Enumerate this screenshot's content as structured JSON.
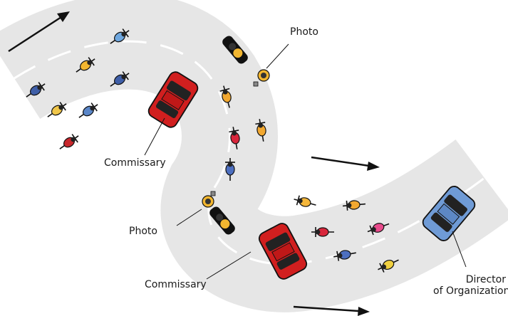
{
  "labels": {
    "photo_top": "Photo",
    "commissary_top": "Commissary",
    "photo_mid": "Photo",
    "commissary_bottom": "Commissary",
    "director_line1": "Director",
    "director_line2": "of Organization"
  },
  "colors": {
    "road": "#e6e6e6",
    "lane": "#ffffff",
    "car_red": "#d11f1f",
    "car_blue": "#6f9bd6",
    "arrow": "#111111"
  },
  "cyclist_jerseys": [
    "#6ea7df",
    "#f2b630",
    "#3f5fa8",
    "#f0c64a",
    "#5a86c8",
    "#c8272c",
    "#f2a830",
    "#d8263b",
    "#4d6fc0",
    "#f4b63a",
    "#e94b8c",
    "#f0d040"
  ]
}
